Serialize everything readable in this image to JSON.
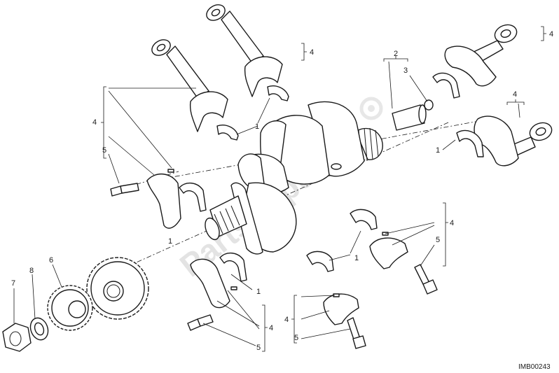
{
  "watermark": "PartsRepublik",
  "diagram_code": "IMB00243",
  "callouts": {
    "c1a": "1",
    "c1b": "1",
    "c1c": "1",
    "c1d": "1",
    "c1e": "1",
    "c2": "2",
    "c3": "3",
    "c4a": "4",
    "c4b": "4",
    "c4c": "4",
    "c4d": "4",
    "c4e": "4",
    "c4f": "4",
    "c4g": "4",
    "c5a": "5",
    "c5b": "5",
    "c5c": "5",
    "c5d": "5",
    "c6": "6",
    "c7": "7",
    "c8": "8"
  },
  "colors": {
    "line": "#1a1a1a",
    "watermark": "#d8d8d8",
    "background": "#ffffff"
  }
}
